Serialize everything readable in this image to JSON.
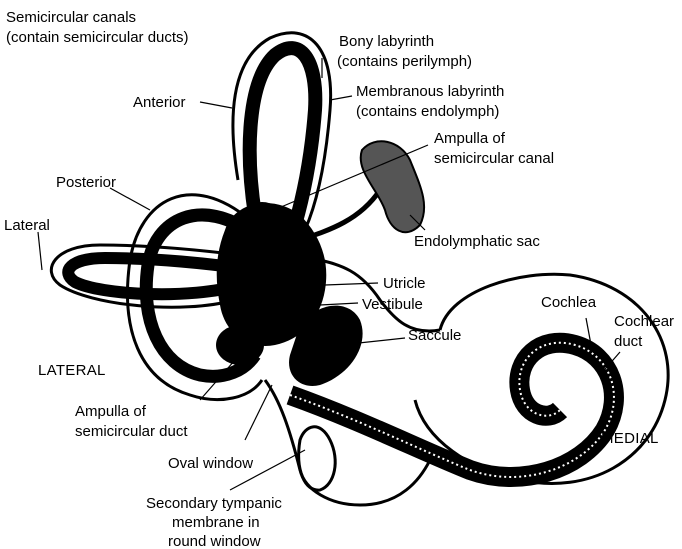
{
  "labels": {
    "semicircular_canals_1": "Semicircular canals",
    "semicircular_canals_2": "(contain semicircular ducts)",
    "bony_1": "Bony labyrinth",
    "bony_2": "(contains perilymph)",
    "membranous_1": "Membranous labyrinth",
    "membranous_2": "(contains endolymph)",
    "anterior": "Anterior",
    "ampulla_canal_1": "Ampulla of",
    "ampulla_canal_2": "semicircular canal",
    "posterior": "Posterior",
    "lateral": "Lateral",
    "endolymphatic_sac": "Endolymphatic sac",
    "utricle": "Utricle",
    "vestibule": "Vestibule",
    "cochlea": "Cochlea",
    "saccule": "Saccule",
    "cochlear_duct_1": "Cochlear",
    "cochlear_duct_2": "duct",
    "lateral_side": "LATERAL",
    "medial_side": "MEDIAL",
    "ampulla_duct_1": "Ampulla of",
    "ampulla_duct_2": "semicircular duct",
    "oval_window": "Oval window",
    "secondary_1": "Secondary tympanic",
    "secondary_2": "membrane in",
    "secondary_3": "round window"
  },
  "colors": {
    "ink": "#000000",
    "paper": "#ffffff"
  }
}
